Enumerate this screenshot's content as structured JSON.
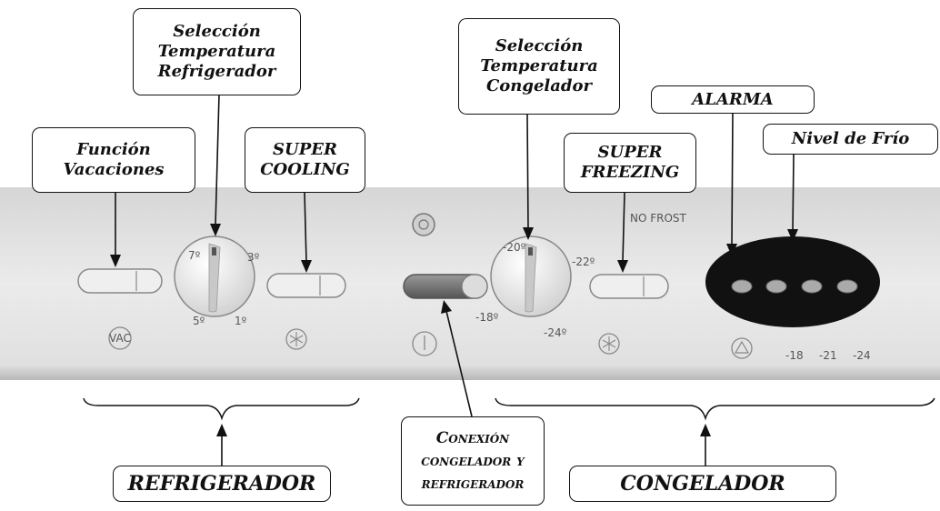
{
  "callouts": {
    "funcion_vacaciones": [
      "Función",
      "Vacaciones"
    ],
    "seleccion_refrigerador": [
      "Selección",
      "Temperatura",
      "Refrigerador"
    ],
    "super_cooling": [
      "SUPER",
      "COOLING"
    ],
    "seleccion_congelador": [
      "Selección",
      "Temperatura",
      "Congelador"
    ],
    "super_freezing": [
      "SUPER",
      "FREEZING"
    ],
    "alarma": "ALARMA",
    "nivel_frio": "Nivel de Frío",
    "conexion": [
      "Conexión",
      "congelador y",
      "refrigerador"
    ],
    "refrigerador": "REFRIGERADOR",
    "congelador": "CONGELADOR"
  },
  "panel": {
    "no_frost": "NO FROST",
    "vac_symbol": "VAC",
    "refrigerator_dial": [
      "7º",
      "3º",
      "5º",
      "1º"
    ],
    "freezer_dial": [
      "-20º",
      "-22º",
      "-18º",
      "-24º"
    ],
    "cold_levels": [
      "-18",
      "-21",
      "-24"
    ]
  },
  "colors": {
    "panel": "#e6e6e6",
    "display": "#111111",
    "outline": "#111111"
  }
}
